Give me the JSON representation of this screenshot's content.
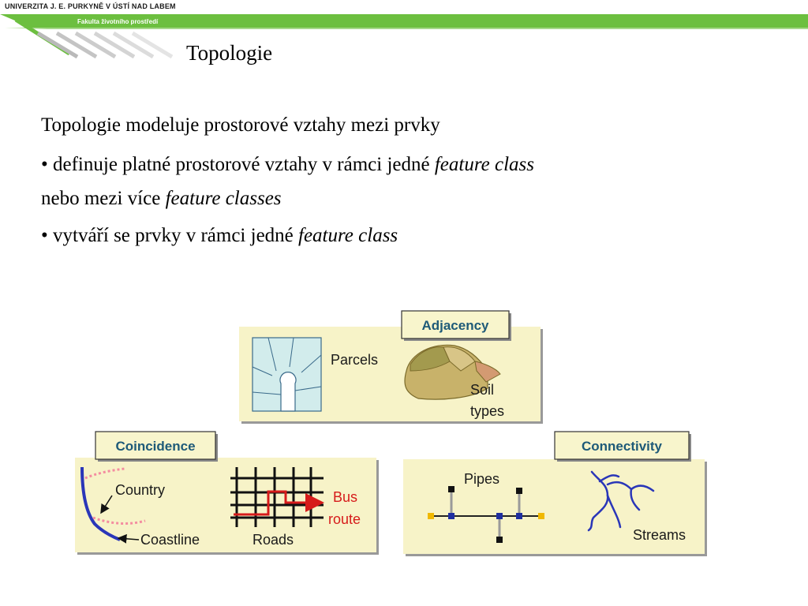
{
  "header": {
    "university": "UNIVERZITA J. E. PURKYNĚ V ÚSTÍ NAD LABEM",
    "faculty": "Fakulta životního prostředí"
  },
  "slide": {
    "title": "Topologie",
    "intro": "Topologie modeluje prostorové vztahy mezi prvky",
    "bullet1": {
      "lead": "• definuje platné prostorové vztahy v rámci jedné ",
      "em1": "feature class",
      "cont": "nebo mezi více ",
      "em2": "feature classes"
    },
    "bullet2": {
      "lead": "• vytváří se prvky v rámci jedné ",
      "em": "feature class"
    }
  },
  "diagram": {
    "adjacency": {
      "label": "Adjacency",
      "parcels": "Parcels",
      "soil_line1": "Soil",
      "soil_line2": "types"
    },
    "coincidence": {
      "label": "Coincidence",
      "country": "Country",
      "coastline": "Coastline",
      "roads": "Roads",
      "bus_line1": "Bus",
      "bus_line2": "route"
    },
    "connectivity": {
      "label": "Connectivity",
      "pipes": "Pipes",
      "streams": "Streams"
    }
  },
  "colors": {
    "green": "#6cbf3f",
    "panel_bg": "#f7f3c8",
    "label_bg": "#f8f5cc",
    "label_text": "#1e5a78",
    "bus_red": "#d61b1b",
    "parcel_fill": "#d2ecec",
    "soil_fill": "#c8b26a",
    "coast_blue": "#2a36b8"
  }
}
